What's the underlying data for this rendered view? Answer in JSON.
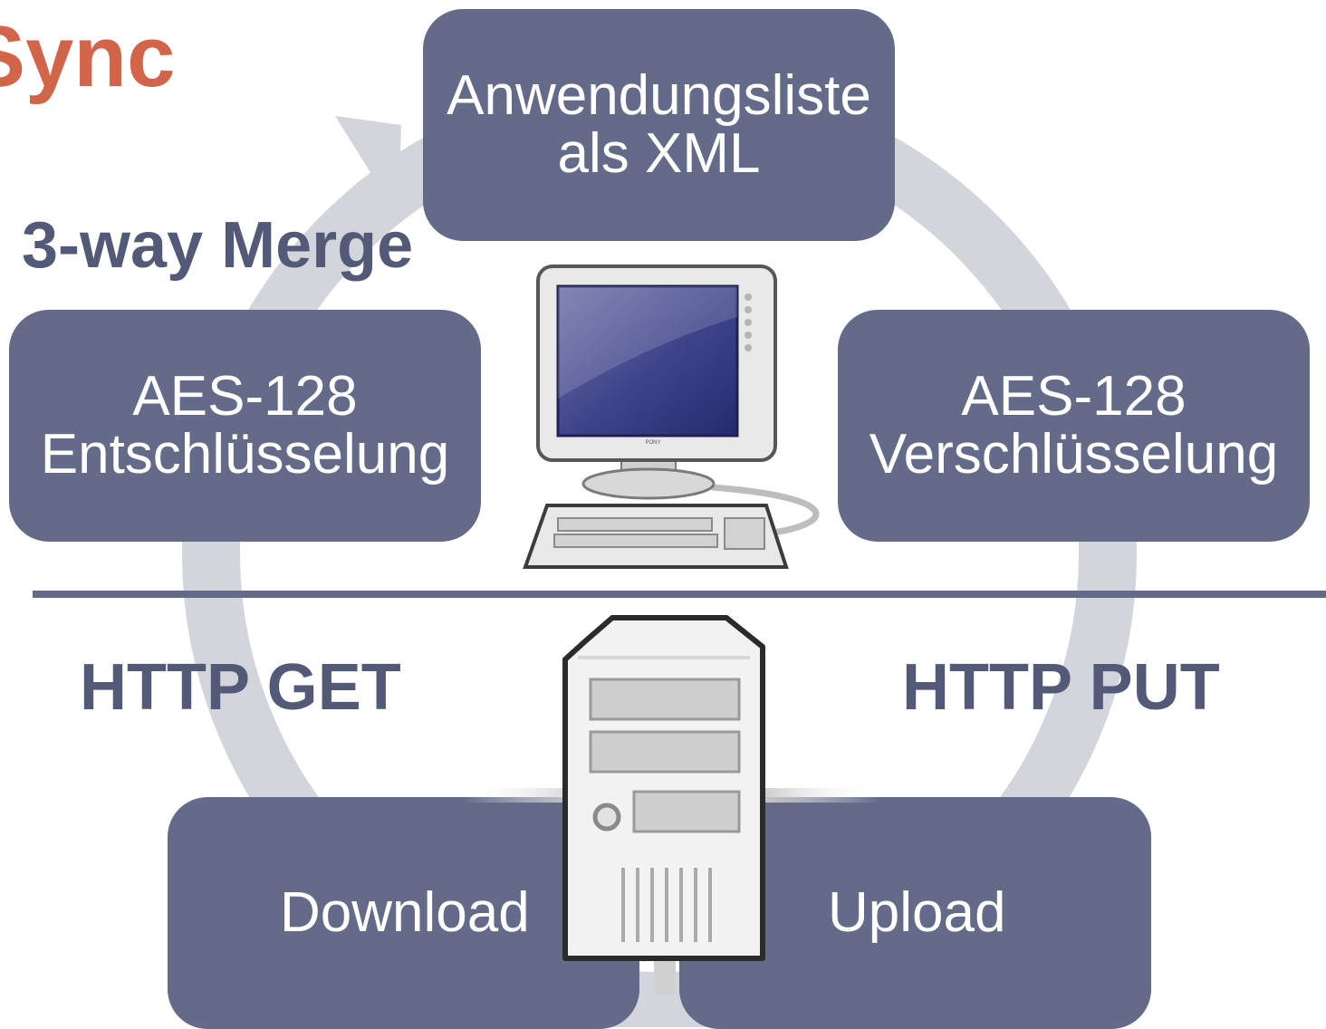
{
  "title": "Sync",
  "colors": {
    "box": "#636b89",
    "box_text": "#ffffff",
    "label": "#535a78",
    "title": "#d2644a",
    "cycle": "#d3d5dc",
    "divider": "#636b89"
  },
  "labels": {
    "merge": "3-way Merge",
    "http_get": "HTTP GET",
    "http_put": "HTTP PUT"
  },
  "boxes": {
    "top": {
      "line1": "Anwendungsliste",
      "line2": "als XML"
    },
    "left": {
      "line1": "AES-128",
      "line2": "Entschlüsselung"
    },
    "right": {
      "line1": "AES-128",
      "line2": "Verschlüsselung"
    },
    "download": {
      "text": "Download"
    },
    "upload": {
      "text": "Upload"
    }
  },
  "icons": {
    "client": "desktop-computer-icon",
    "server": "server-tower-icon"
  },
  "computer": {
    "brand": "PONY"
  }
}
